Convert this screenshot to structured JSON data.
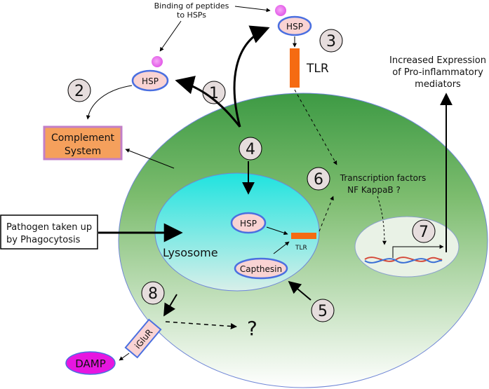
{
  "annotations": {
    "binding_line1": "Binding of peptides",
    "binding_line2": "to HSPs",
    "increased_line1": "Increased Expression",
    "increased_line2": "of Pro-inflammatory",
    "increased_line3": "mediators",
    "transcription_line1": "Transcription factors",
    "transcription_line2": "NF KappaB ?",
    "question_mark": "?"
  },
  "boxes": {
    "complement_line1": "Complement",
    "complement_line2": "System",
    "pathogen_line1": "Pathogen taken up",
    "pathogen_line2": "by Phagocytosis"
  },
  "labels": {
    "hsp": "HSP",
    "tlr": "TLR",
    "lysosome": "Lysosome",
    "capthesin": "Capthesin",
    "iglur": "iGluR",
    "damp": "DAMP"
  },
  "steps": [
    "1",
    "2",
    "3",
    "4",
    "5",
    "6",
    "7",
    "8"
  ],
  "colors": {
    "cell_top": "#3d9a44",
    "cell_bottom": "#ffffff",
    "lysosome_top": "#1fe3df",
    "lysosome_bottom": "#d8efe9",
    "hsp_fill": "#f9d3d3",
    "hsp_stroke": "#4a6fe0",
    "peptide": "#e052e6",
    "complement_fill": "#f5a05c",
    "complement_stroke": "#c27fc7",
    "tlr": "#f56b12",
    "damp": "#e616e0",
    "iglur_fill": "#f9d3d3",
    "step_circle": "#e6dddd"
  }
}
